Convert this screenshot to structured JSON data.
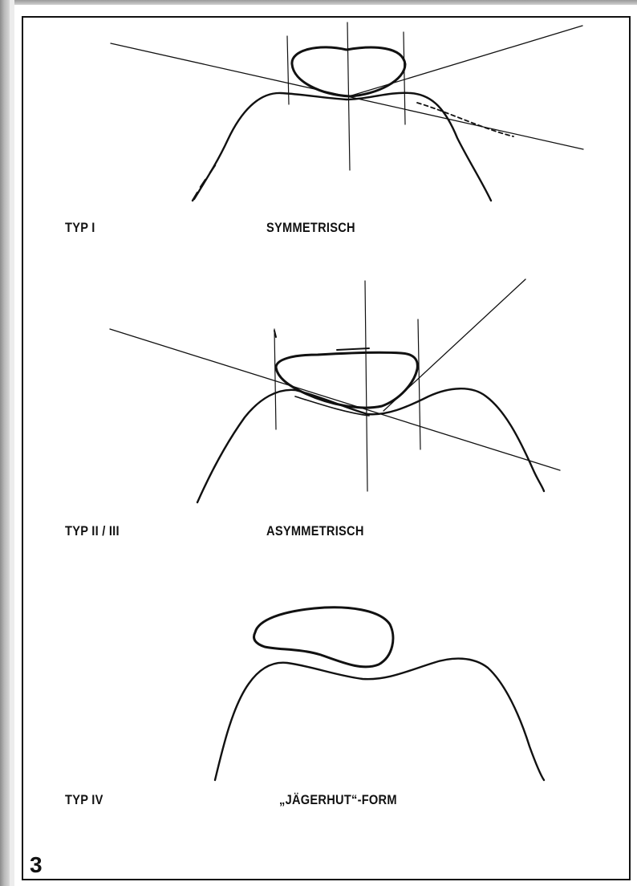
{
  "figure_number": "3",
  "panels": [
    {
      "type_label": "TYP I",
      "shape_label": "SYMMETRISCH"
    },
    {
      "type_label": "TYP II / III",
      "shape_label": "ASYMMETRISCH"
    },
    {
      "type_label": "TYP IV",
      "shape_label": "„JÄGERHUT“-FORM"
    }
  ]
}
